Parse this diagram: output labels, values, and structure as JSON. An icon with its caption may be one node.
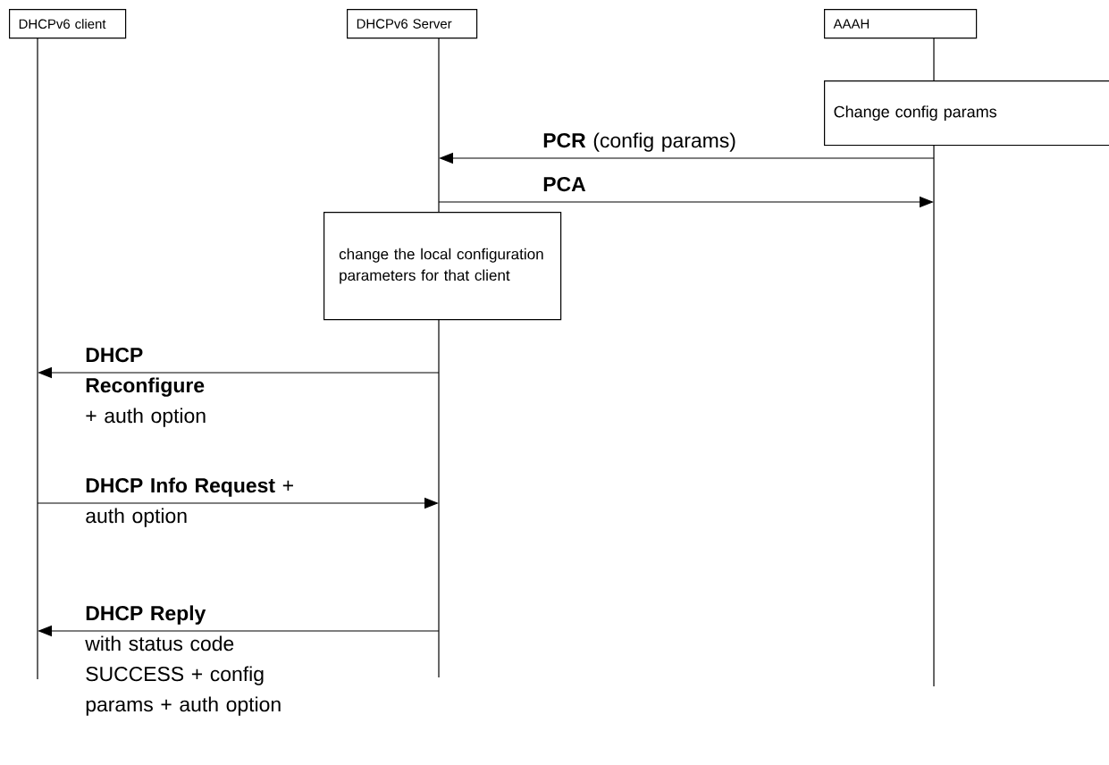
{
  "diagram": {
    "nodes": [
      {
        "text": [
          "DHCPv6 client"
        ]
      },
      {
        "text": [
          "DHCPv6 Server"
        ]
      },
      {
        "text": [
          "AAAH"
        ]
      },
      {
        "text": [
          "Change config params"
        ]
      },
      {
        "text": [
          "change the local configuration parameters for that client"
        ]
      }
    ],
    "edges": [
      {
        "from": 2,
        "to": 1,
        "arrow": "to",
        "label": "**PCR** (config params)"
      },
      {
        "from": 1,
        "to": 2,
        "arrow": "to",
        "label": "**PCA**"
      },
      {
        "from": 1,
        "to": 0,
        "arrow": "to",
        "label": "**DHCP Reconfigure** + auth option"
      },
      {
        "from": 0,
        "to": 1,
        "arrow": "to",
        "label": "**DHCP Info Request** + auth option"
      },
      {
        "from": 1,
        "to": 0,
        "arrow": "to",
        "label": "**DHCP Reply** with status code SUCCESS + config params + auth option"
      }
    ]
  }
}
